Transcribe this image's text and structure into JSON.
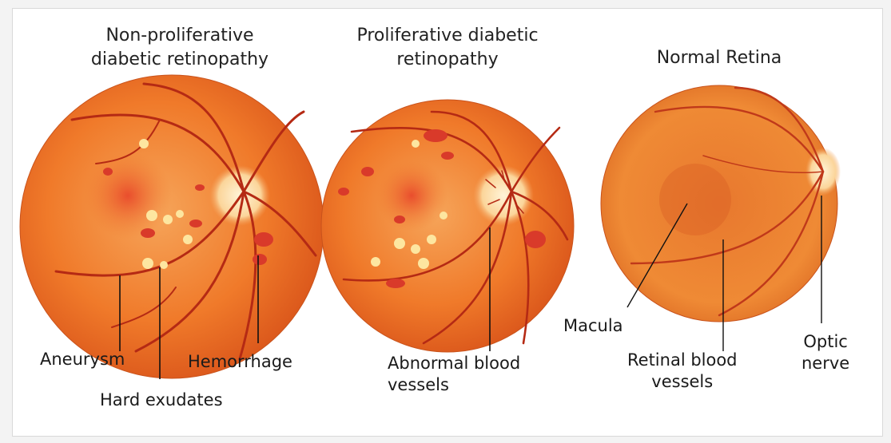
{
  "panels": [
    {
      "title": "Non-proliferative\ndiabetic retinopathy",
      "labels": {
        "aneurysm": "Aneurysm",
        "hard_exudates": "Hard exudates",
        "hemorrhage": "Hemorrhage"
      }
    },
    {
      "title": "Proliferative diabetic\nretinopathy",
      "labels": {
        "abnormal_vessels": "Abnormal blood\nvessels"
      }
    },
    {
      "title": "Normal Retina",
      "labels": {
        "macula": "Macula",
        "retinal_vessels": "Retinal blood\nvessels",
        "optic_nerve": "Optic\nnerve"
      }
    }
  ],
  "colors": {
    "retina_orange": "#f07a2a",
    "retina_center": "#e8452a",
    "vessel": "#b52a14",
    "exudate": "#fde6a0",
    "hemorrhage": "#d93a2a"
  }
}
